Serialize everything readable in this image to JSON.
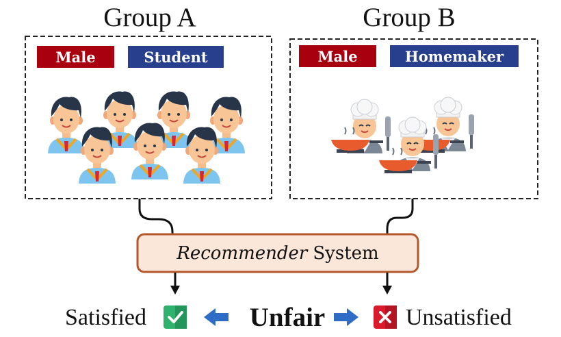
{
  "groups": {
    "a": {
      "title": "Group A",
      "tags": {
        "gender": "Male",
        "occupation": "Student"
      }
    },
    "b": {
      "title": "Group B",
      "tags": {
        "gender": "Male",
        "occupation": "Homemaker"
      }
    }
  },
  "system": {
    "italic_word": "Recommender",
    "rest": "System"
  },
  "outcome": {
    "left": "Satisfied",
    "center": "Unfair",
    "right": "Unsatisfied"
  },
  "colors": {
    "tag_gender": "#a8000f",
    "tag_occupation": "#283f8e",
    "system_fill": "#fbe6da",
    "system_stroke": "#b4572c",
    "arrow_blue": "#2f6cc5",
    "check_green": "#2fb26c",
    "cross_red": "#d91b2d"
  },
  "icons": {
    "group_a": "student-icon",
    "group_b": "chef-icon",
    "satisfied": "check-icon",
    "unsatisfied": "cross-icon"
  }
}
